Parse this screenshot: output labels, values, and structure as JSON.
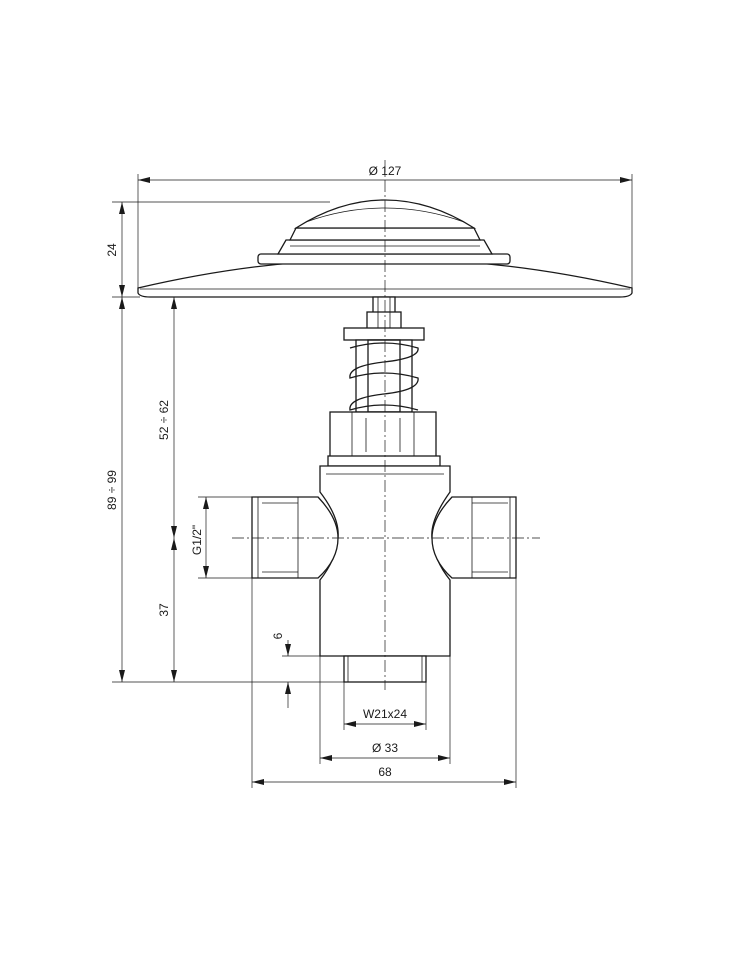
{
  "dimensions": {
    "cap_diameter": "Ø 127",
    "cap_height": "24",
    "overall_height": "89 ÷ 99",
    "stem_height": "52 ÷ 62",
    "thread_side": "G1/2\"",
    "lower_height": "37",
    "bottom_thread_height": "6",
    "bottom_thread": "W21x24",
    "body_diameter": "Ø 33",
    "overall_width": "68"
  }
}
